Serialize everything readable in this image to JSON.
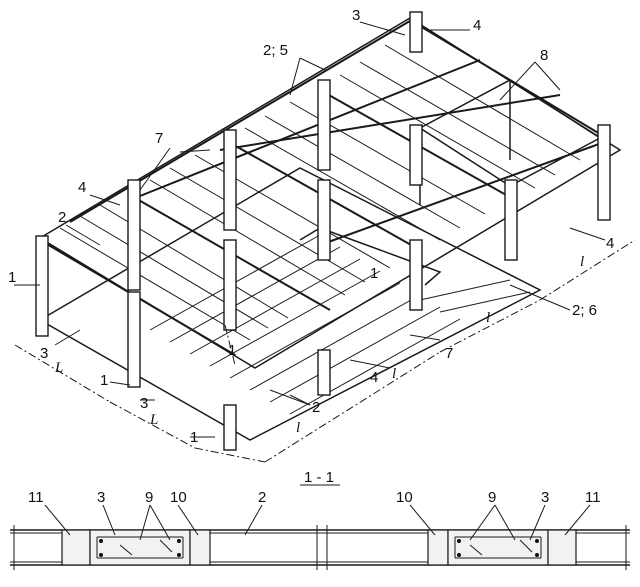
{
  "labels": {
    "n1": "1",
    "n2": "2",
    "n3": "3",
    "n4": "4",
    "n7": "7",
    "n8": "8",
    "n2_5": "2; 5",
    "n2_6": "2; 6",
    "n9": "9",
    "n10": "10",
    "n11": "11"
  },
  "dims": {
    "L": "L",
    "l": "l"
  },
  "section": {
    "cut": "1",
    "title": "1 - 1"
  }
}
